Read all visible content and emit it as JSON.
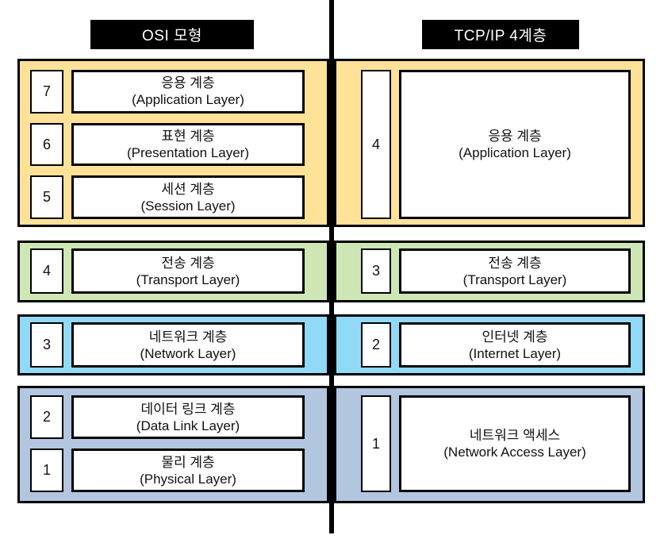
{
  "diagram": {
    "left_header": "OSI 모형",
    "right_header": "TCP/IP 4계층",
    "colors": {
      "band_yellow": "#FFE198",
      "band_green": "#CFE7B5",
      "band_blue": "#90DAF7",
      "band_slate": "#B2C6E0",
      "header_bg": "#000000",
      "header_text": "#FFFFFF",
      "border": "#000000",
      "box_bg": "#FFFFFF"
    },
    "osi_layers": [
      {
        "num": "7",
        "name": "응용 계층",
        "en": "(Application Layer)"
      },
      {
        "num": "6",
        "name": "표현 계층",
        "en": "(Presentation Layer)"
      },
      {
        "num": "5",
        "name": "세션 계층",
        "en": "(Session Layer)"
      },
      {
        "num": "4",
        "name": "전송 계층",
        "en": "(Transport Layer)"
      },
      {
        "num": "3",
        "name": "네트워크 계층",
        "en": "(Network Layer)"
      },
      {
        "num": "2",
        "name": "데이터 링크 계층",
        "en": "(Data Link Layer)"
      },
      {
        "num": "1",
        "name": "물리 계층",
        "en": "(Physical Layer)"
      }
    ],
    "tcpip_layers": [
      {
        "num": "4",
        "name": "응용 계층",
        "en": "(Application Layer)"
      },
      {
        "num": "3",
        "name": "전송 계층",
        "en": "(Transport Layer)"
      },
      {
        "num": "2",
        "name": "인터넷 계층",
        "en": "(Internet Layer)"
      },
      {
        "num": "1",
        "name": "네트워크 액세스",
        "en": "(Network Access Layer)"
      }
    ]
  }
}
